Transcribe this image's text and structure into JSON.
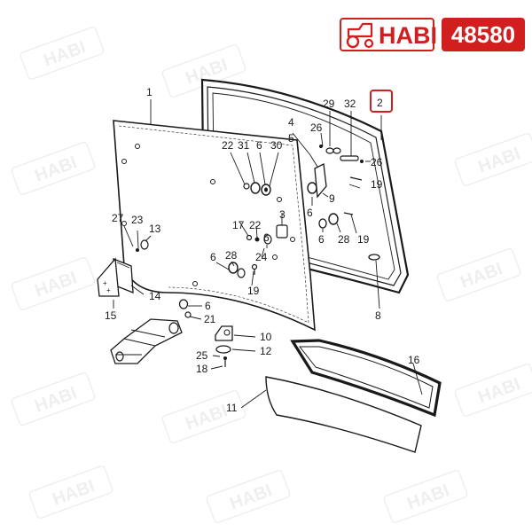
{
  "header": {
    "brand_text": "HABI",
    "part_number": "48580",
    "brand_color": "#d11f1f"
  },
  "watermark_text": "HABI",
  "highlight_color": "#d11f1f",
  "callouts": {
    "c1": "1",
    "c2": "2",
    "c4": "4",
    "c5": "5",
    "c6a": "6",
    "c6b": "6",
    "c6c": "6",
    "c6d": "6",
    "c6e": "6",
    "c6f": "6",
    "c8": "8",
    "c9": "9",
    "c10": "10",
    "c11": "11",
    "c12": "12",
    "c13": "13",
    "c14": "14",
    "c15": "15",
    "c16": "16",
    "c17": "17",
    "c18": "18",
    "c19a": "19",
    "c19b": "19",
    "c19c": "19",
    "c21": "21",
    "c22a": "22",
    "c22b": "22",
    "c23": "23",
    "c24": "24",
    "c25": "25",
    "c26a": "26",
    "c26b": "26",
    "c27": "27",
    "c28a": "28",
    "c28b": "28",
    "c29": "29",
    "c30": "30",
    "c31": "31",
    "c32": "32",
    "c3": "3"
  }
}
